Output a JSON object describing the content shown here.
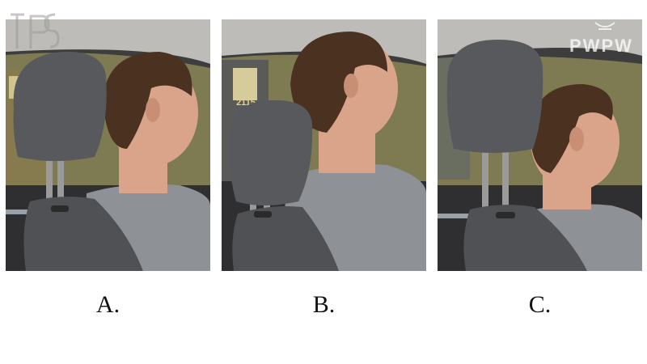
{
  "panels": [
    {
      "id": "a",
      "label": "A."
    },
    {
      "id": "b",
      "label": "B."
    },
    {
      "id": "c",
      "label": "C."
    }
  ],
  "background_sign_text": "2115",
  "watermark_right": "PWPW",
  "colors": {
    "headrest": "#58595c",
    "seat": "#505155",
    "shirt": "#8e9196",
    "skin": "#d9a48a",
    "hair": "#4a3120",
    "headliner": "#bdbcb8",
    "foliage": "#7e7a52",
    "metal": "#9a9a9a"
  }
}
